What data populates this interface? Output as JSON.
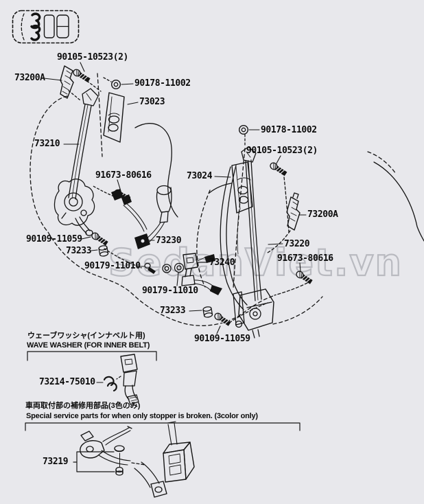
{
  "page": {
    "type": "seat-belt parts diagram",
    "background_color": "#e8e8ec",
    "line_color": "#141414",
    "watermark_color": "#b9bac0"
  },
  "watermark": {
    "text": "SedanViet.vn"
  },
  "car_icon": {
    "description": "top-view car outline with front seat belts highlighted"
  },
  "labels": [
    {
      "part_number": "90105-10523(2)"
    },
    {
      "part_number": "73200A"
    },
    {
      "part_number": "90178-11002"
    },
    {
      "part_number": "73023"
    },
    {
      "part_number": "73210"
    },
    {
      "part_number": "91673-80616"
    },
    {
      "part_number": "73024"
    },
    {
      "part_number": "90178-11002"
    },
    {
      "part_number": "90105-10523(2)"
    },
    {
      "part_number": "73200A"
    },
    {
      "part_number": "90109-11059"
    },
    {
      "part_number": "73233"
    },
    {
      "part_number": "90179-11010"
    },
    {
      "part_number": "73230"
    },
    {
      "part_number": "73240"
    },
    {
      "part_number": "73220"
    },
    {
      "part_number": "91673-80616"
    },
    {
      "part_number": "90179-11010"
    },
    {
      "part_number": "73233"
    },
    {
      "part_number": "90109-11059"
    },
    {
      "part_number": "73214-75010"
    },
    {
      "part_number": "73219"
    }
  ],
  "sections": {
    "wave_washer": {
      "title_jp": "ウェーブワッシャ(インナベルト用)",
      "title_en": "WAVE WASHER (FOR INNER BELT)"
    },
    "special_service": {
      "title_jp": "車両取付部の補修用部品(3色のみ)",
      "title_en": "Special service parts for when only stopper is broken. (3color only)"
    }
  }
}
